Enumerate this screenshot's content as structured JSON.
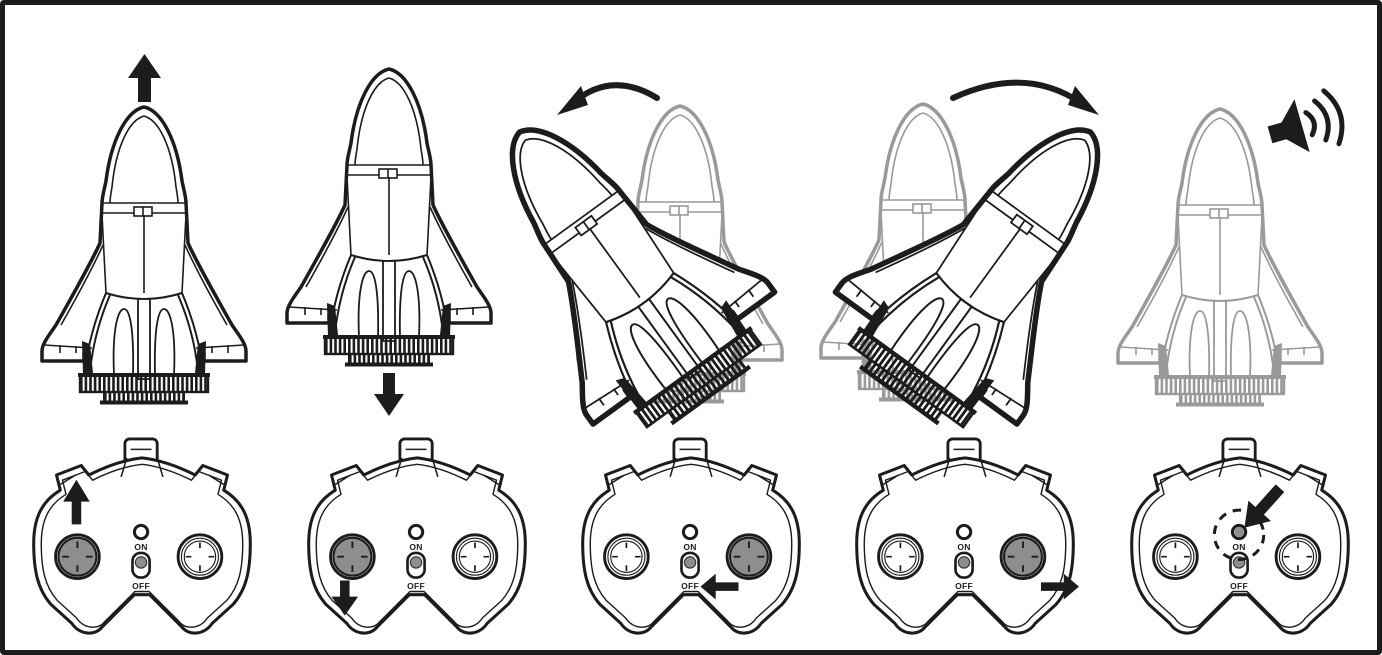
{
  "labels": {
    "switch_on": "ON",
    "switch_off": "OFF"
  },
  "colors": {
    "ink": "#1c1c1c",
    "ghost": "#9a9a9a",
    "stick_fill": "#8e8e8e",
    "background": "#ffffff",
    "border": "#1c1c1c"
  },
  "panels": [
    {
      "id": "fly-up",
      "shuttle_icon": "up-arrow",
      "controller_icon": "up-arrow-over-left-stick"
    },
    {
      "id": "fly-down",
      "shuttle_icon": "down-arrow",
      "controller_icon": "down-arrow-under-left-stick"
    },
    {
      "id": "rotate-left",
      "shuttle_icon": "curved-arrow-left",
      "controller_icon": "left-arrow-at-right-stick"
    },
    {
      "id": "rotate-right",
      "shuttle_icon": "curved-arrow-right",
      "controller_icon": "right-arrow-at-right-stick"
    },
    {
      "id": "sound",
      "shuttle_icon": "speaker",
      "controller_icon": "arrow-at-power-switch"
    }
  ]
}
